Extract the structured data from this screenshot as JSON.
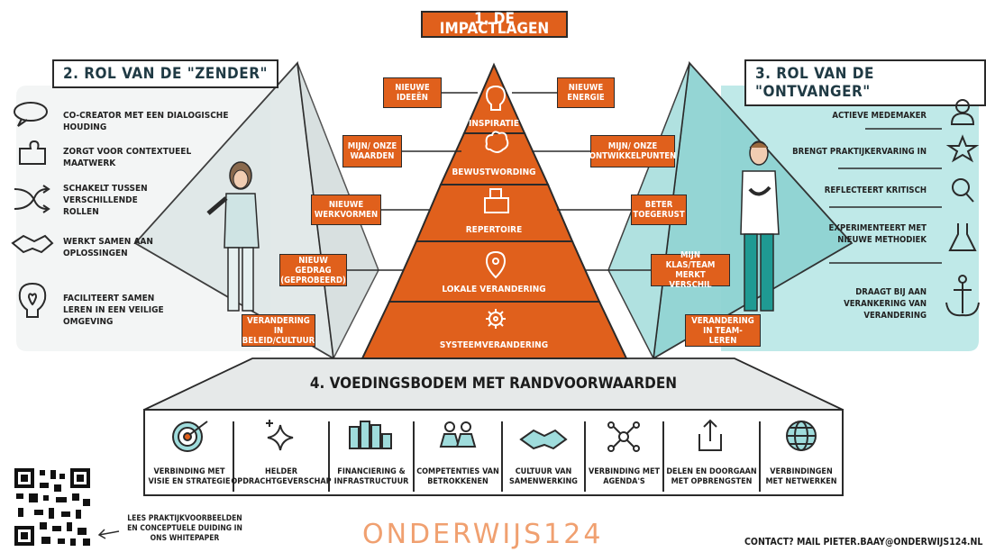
{
  "top_title": "1. DE IMPACTLAGEN",
  "zender": {
    "title": "2. ROL VAN DE \"ZENDER\"",
    "items": [
      {
        "icon": "speech-bubble-icon",
        "text": "CO-CREATOR MET EEN DIALOGISCHE HOUDING"
      },
      {
        "icon": "puzzle-piece-icon",
        "text": "ZORGT VOOR  CONTEXTUEEL MAATWERK"
      },
      {
        "icon": "shuffle-icon",
        "text": "SCHAKELT TUSSEN VERSCHILLENDE ROLLEN"
      },
      {
        "icon": "handshake-icon",
        "text": "WERKT SAMEN AAN OPLOSSINGEN"
      },
      {
        "icon": "lightbulb-heart-icon",
        "text": "FACILITEERT SAMEN LEREN IN EEN VEILIGE OMGEVING"
      }
    ]
  },
  "ontvanger": {
    "title": "3. ROL VAN DE \"ONTVANGER\"",
    "items": [
      {
        "icon": "person-icon",
        "text": "ACTIEVE MEDEMAKER"
      },
      {
        "icon": "star-icon",
        "text": "BRENGT PRAKTIJKERVARING IN"
      },
      {
        "icon": "magnifier-icon",
        "text": "REFLECTEERT KRITISCH"
      },
      {
        "icon": "flask-icon",
        "text": "EXPERIMENTEERT MET NIEUWE METHODIEK"
      },
      {
        "icon": "anchor-icon",
        "text": "DRAAGT BIJ AAN VERANKERING VAN VERANDERING"
      }
    ]
  },
  "pyramid": {
    "layers": [
      {
        "icon": "lightbulb-icon",
        "label": "INSPIRATIE",
        "left": "NIEUWE IDEEËN",
        "right": "NIEUWE ENERGIE"
      },
      {
        "icon": "brain-icon",
        "label": "BEWUSTWORDING",
        "left": "MIJN/ ONZE WAARDEN",
        "right": "MIJN/ ONZE ONTWIKKELPUNTEN"
      },
      {
        "icon": "toolbox-icon",
        "label": "REPERTOIRE",
        "left": "NIEUWE WERKVORMEN",
        "right": "BETER TOEGERUST"
      },
      {
        "icon": "location-pin-icon",
        "label": "LOKALE VERANDERING",
        "left": "NIEUW GEDRAG (GEPROBEERD)",
        "right": "MIJN KLAS/TEAM MERKT VERSCHIL"
      },
      {
        "icon": "gear-icon",
        "label": "SYSTEEMVERANDERING",
        "left": "VERANDERING IN BELEID/CULTUUR",
        "right": "VERANDERING IN TEAM-LEREN"
      }
    ]
  },
  "foundation": {
    "title": "4. VOEDINGSBODEM MET RANDVOORWAARDEN",
    "items": [
      {
        "icon": "target-icon",
        "text": "VERBINDING MET VISIE EN STRATEGIE"
      },
      {
        "icon": "sparkle-icon",
        "text": "HELDER OPDRACHTGEVERSCHAP"
      },
      {
        "icon": "coins-icon",
        "text": "FINANCIERING & INFRASTRUCTUUR"
      },
      {
        "icon": "people-icon",
        "text": "COMPETENTIES VAN BETROKKENEN"
      },
      {
        "icon": "handshake-icon",
        "text": "CULTUUR VAN SAMENWERKING"
      },
      {
        "icon": "network-icon",
        "text": "VERBINDING MET AGENDA'S"
      },
      {
        "icon": "share-icon",
        "text": "DELEN EN DOORGAAN MET OPBRENGSTEN"
      },
      {
        "icon": "globe-icon",
        "text": "VERBINDINGEN MET NETWERKEN"
      }
    ]
  },
  "qr_note": "LEES PRAKTIJKVOORBEELDEN EN CONCEPTUELE DUIDING IN ONS WHITEPAPER",
  "logo": "ONDERWIJS124",
  "contact": "CONTACT? MAIL PIETER.BAAY@ONDERWIJS124.NL",
  "colors": {
    "orange": "#e0601c",
    "teal": "#9fdcdc",
    "dark": "#2a2a2a"
  }
}
